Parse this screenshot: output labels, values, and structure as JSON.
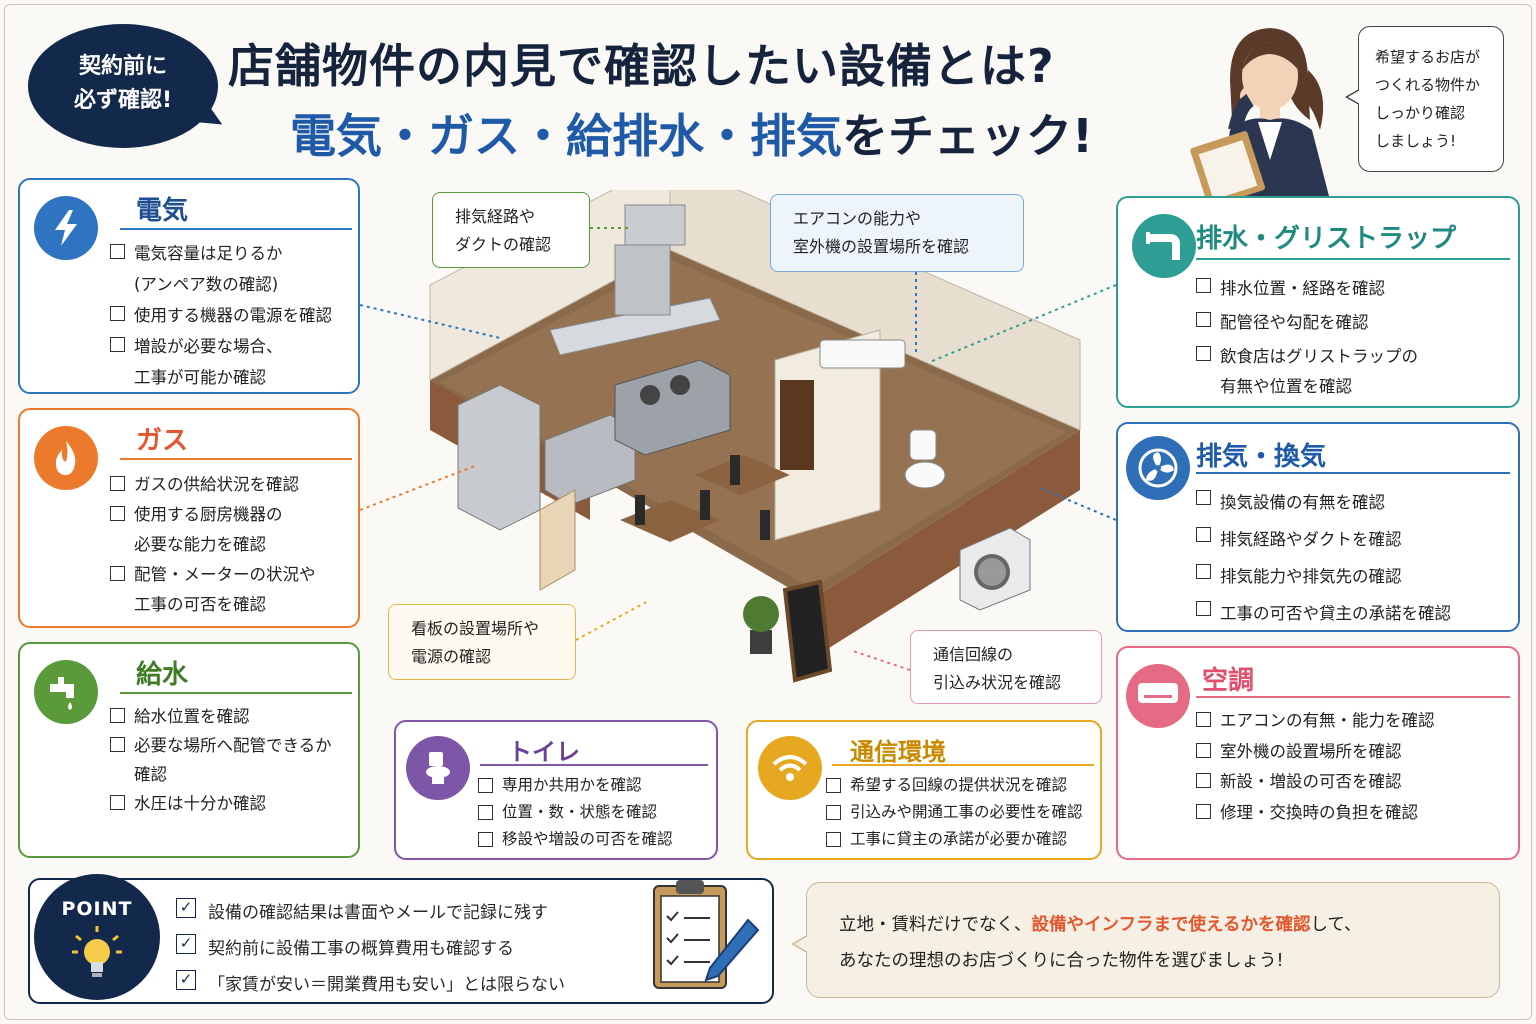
{
  "badge": {
    "line1": "契約前に",
    "line2": "必ず確認!"
  },
  "title": {
    "line1": "店舗物件の内見で確認したい設備とは?",
    "line2_blue1": "電気・ガス・給排水・排気",
    "line2_dark": "をチェック!"
  },
  "speech": {
    "l1": "希望するお店が",
    "l2": "つくれる物件か",
    "l3": "しっかり確認",
    "l4": "しましょう!"
  },
  "cards": {
    "electric": {
      "title": "電気",
      "items": [
        "電気容量は足りるか",
        "(アンペア数の確認)",
        "使用する機器の電源を確認",
        "増設が必要な場合、",
        "工事が可能か確認"
      ]
    },
    "gas": {
      "title": "ガス",
      "items": [
        "ガスの供給状況を確認",
        "使用する厨房機器の",
        "必要な能力を確認",
        "配管・メーターの状況や",
        "工事の可否を確認"
      ]
    },
    "water": {
      "title": "給水",
      "items": [
        "給水位置を確認",
        "必要な場所へ配管できるか",
        "確認",
        "水圧は十分か確認"
      ]
    },
    "toilet": {
      "title": "トイレ",
      "items": [
        "専用か共用かを確認",
        "位置・数・状態を確認",
        "移設や増設の可否を確認"
      ]
    },
    "network": {
      "title": "通信環境",
      "items": [
        "希望する回線の提供状況を確認",
        "引込みや開通工事の必要性を確認",
        "工事に貸主の承諾が必要か確認"
      ]
    },
    "drain": {
      "title": "排水・グリストラップ",
      "items": [
        "排水位置・経路を確認",
        "配管径や勾配を確認",
        "飲食店はグリストラップの",
        "有無や位置を確認"
      ]
    },
    "exhaust": {
      "title": "排気・換気",
      "items": [
        "換気設備の有無を確認",
        "排気経路やダクトを確認",
        "排気能力や排気先の確認",
        "工事の可否や貸主の承諾を確認"
      ]
    },
    "aircon": {
      "title": "空調",
      "items": [
        "エアコンの有無・能力を確認",
        "室外機の設置場所を確認",
        "新設・増設の可否を確認",
        "修理・交換時の負担を確認"
      ]
    }
  },
  "callouts": {
    "duct": {
      "l1": "排気経路や",
      "l2": "ダクトの確認"
    },
    "ac": {
      "l1": "エアコンの能力や",
      "l2": "室外機の設置場所を確認"
    },
    "sign": {
      "l1": "看板の設置場所や",
      "l2": "電源の確認"
    },
    "line": {
      "l1": "通信回線の",
      "l2": "引込み状況を確認"
    }
  },
  "point": {
    "label": "POINT",
    "items": [
      "設備の確認結果は書面やメールで記録に残す",
      "契約前に設備工事の概算費用も確認する",
      "「家賃が安い＝開業費用も安い」とは限らない"
    ]
  },
  "message": {
    "pre": "立地・賃料だけでなく、",
    "highlight": "設備やインフラまで使えるかを確認",
    "post": "して、",
    "line2": "あなたの理想のお店づくりに合った物件を選びましょう!"
  },
  "colors": {
    "navy": "#13294b",
    "electric": "#2f74c0",
    "gas": "#ec7a2c",
    "water": "#5a9a3a",
    "toilet": "#7d56a8",
    "network": "#e6a821",
    "drain": "#2e9e94",
    "exhaust": "#2f6fb8",
    "aircon": "#e56a84"
  }
}
